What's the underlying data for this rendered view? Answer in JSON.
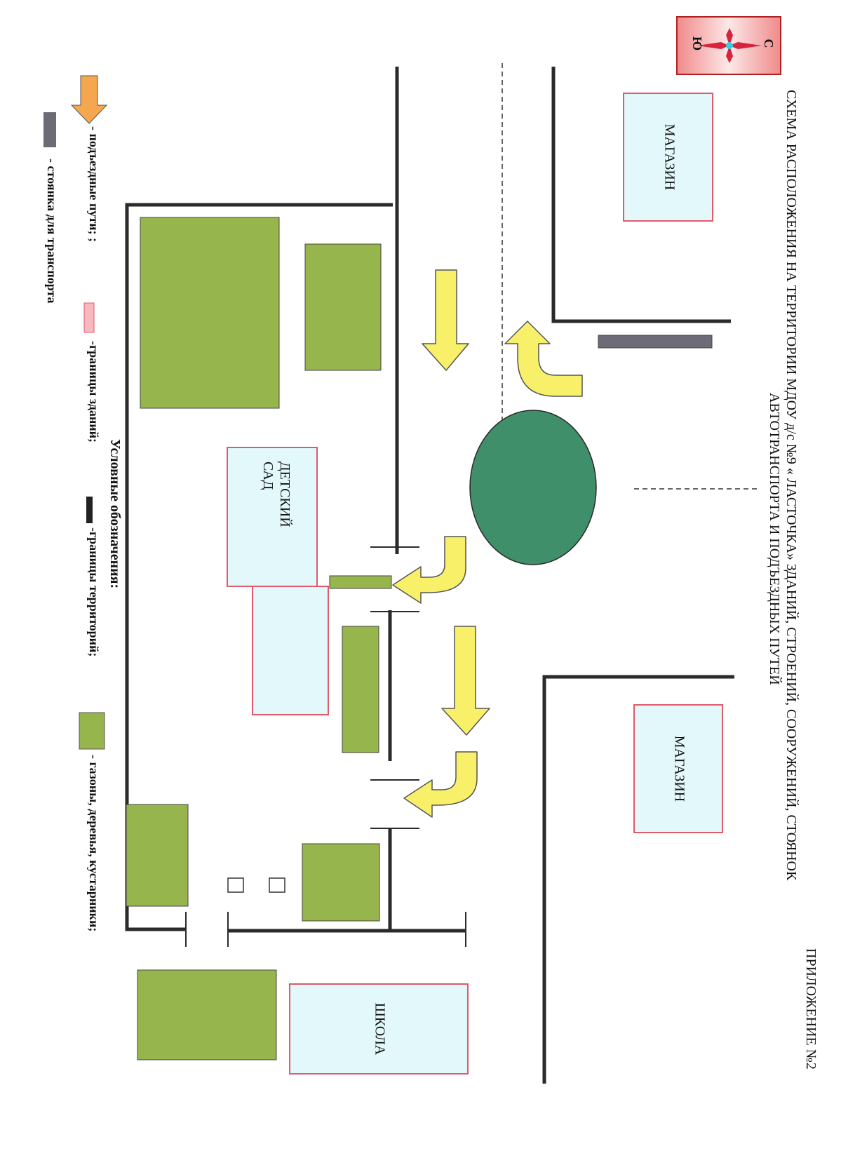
{
  "header": {
    "appendix": "ПРИЛОЖЕНИЕ №2",
    "title_line1": "СХЕМА РАСПОЛОЖЕНИЯ НА ТЕРРИТОРИИ  МДОУ д/с  №9 « ЛАСТОЧКА»  ЗДАНИЙ, СТРОЕНИЙ, СООРУЖЕНИЙ, СТОЯНОК",
    "title_line2": "АВТОТРАНСПОРТА И ПОДЪЕЗДНЫХ ПУТЕЙ"
  },
  "compass": {
    "north": "С",
    "south": "Ю"
  },
  "buildings": {
    "shop_top": "МАГАЗИН",
    "shop_bottom": "МАГАЗИН",
    "kindergarten_line1": "ДЕТСКИЙ",
    "kindergarten_line2": "САД",
    "school": "ШКОЛА"
  },
  "legend": {
    "title": "Условные обозначения:",
    "line1_a": "- подъездные пути; ;",
    "line1_b": "-границы зданий;",
    "line1_c": "-границы территорий;",
    "line1_d": "- газоны, деревья, кустарники;",
    "line2": "- стоянка для транспорта"
  },
  "colors": {
    "lawn": "#97b54d",
    "tree": "#3f8f6a",
    "building_fill": "#e2f8fa",
    "building_border": "#e05a6a",
    "arrow": "#f9f06a",
    "arrow_legend": "#f4a74e",
    "parking": "#6d6b75",
    "boundary": "#2a2a2a"
  }
}
